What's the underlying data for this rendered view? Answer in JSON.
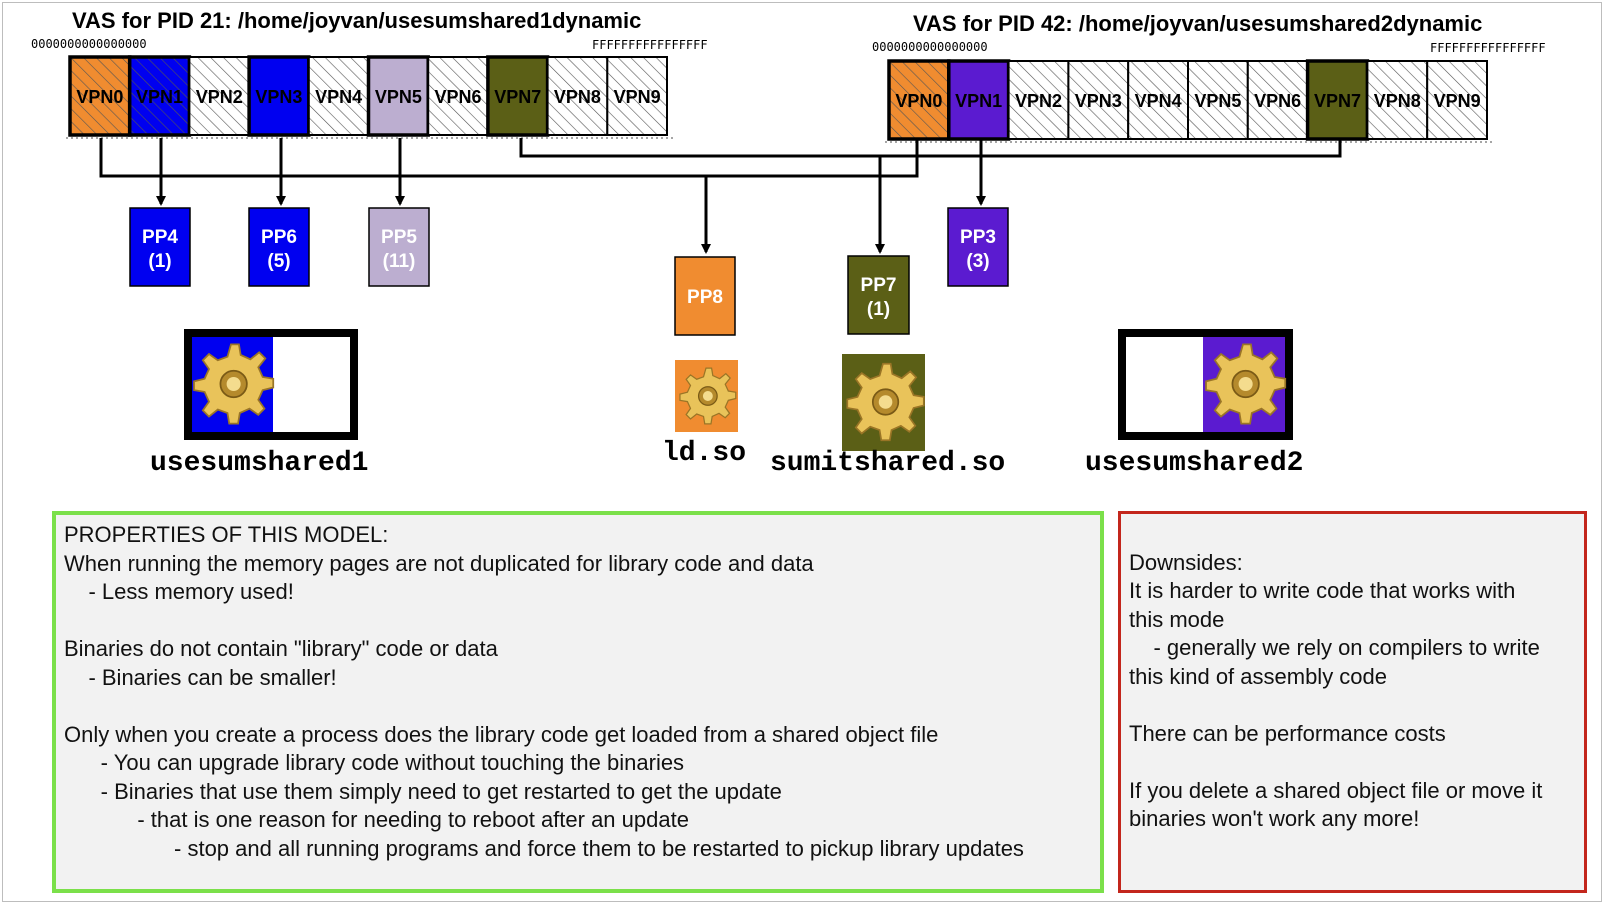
{
  "vas": [
    {
      "title": "VAS for PID 21: /home/joyvan/usesumshared1dynamic",
      "low_addr": "0000000000000000",
      "high_addr": "FFFFFFFFFFFFFFFF",
      "pages": [
        {
          "label": "VPN0",
          "fill": "#f08c30",
          "hatched": true
        },
        {
          "label": "VPN1",
          "fill": "#0000f0",
          "hatched": true
        },
        {
          "label": "VPN2",
          "fill": "",
          "hatched": true
        },
        {
          "label": "VPN3",
          "fill": "#0000f0",
          "hatched": false
        },
        {
          "label": "VPN4",
          "fill": "",
          "hatched": true
        },
        {
          "label": "VPN5",
          "fill": "#bcaed0",
          "hatched": false
        },
        {
          "label": "VPN6",
          "fill": "",
          "hatched": true
        },
        {
          "label": "VPN7",
          "fill": "#5b5f16",
          "hatched": false
        },
        {
          "label": "VPN8",
          "fill": "",
          "hatched": true
        },
        {
          "label": "VPN9",
          "fill": "",
          "hatched": true
        }
      ]
    },
    {
      "title": "VAS for PID 42: /home/joyvan/usesumshared2dynamic",
      "low_addr": "0000000000000000",
      "high_addr": "FFFFFFFFFFFFFFFF",
      "pages": [
        {
          "label": "VPN0",
          "fill": "#f08c30",
          "hatched": true
        },
        {
          "label": "VPN1",
          "fill": "#5b1bd0",
          "hatched": false
        },
        {
          "label": "VPN2",
          "fill": "",
          "hatched": true
        },
        {
          "label": "VPN3",
          "fill": "",
          "hatched": true
        },
        {
          "label": "VPN4",
          "fill": "",
          "hatched": true
        },
        {
          "label": "VPN5",
          "fill": "",
          "hatched": true
        },
        {
          "label": "VPN6",
          "fill": "",
          "hatched": true
        },
        {
          "label": "VPN7",
          "fill": "#5b5f16",
          "hatched": false
        },
        {
          "label": "VPN8",
          "fill": "",
          "hatched": true
        },
        {
          "label": "VPN9",
          "fill": "",
          "hatched": true
        }
      ]
    }
  ],
  "physical_pages": [
    {
      "name": "PP4",
      "count": "(1)",
      "fill": "#0000f0",
      "text_color": "#ffffff"
    },
    {
      "name": "PP6",
      "count": "(5)",
      "fill": "#0000f0",
      "text_color": "#ffffff"
    },
    {
      "name": "PP5",
      "count": "(11)",
      "fill": "#bcaed0",
      "text_color": "#ffffff"
    },
    {
      "name": "PP8",
      "count": "",
      "fill": "#f08c30",
      "text_color": "#ffffff"
    },
    {
      "name": "PP7",
      "count": "(1)",
      "fill": "#5b5f16",
      "text_color": "#ffffff"
    },
    {
      "name": "PP3",
      "count": "(3)",
      "fill": "#5b1bd0",
      "text_color": "#ffffff"
    }
  ],
  "files": [
    {
      "name": "usesumshared1"
    },
    {
      "name": "ld.so"
    },
    {
      "name": "sumitshared.so"
    },
    {
      "name": "usesumshared2"
    }
  ],
  "properties_panel": {
    "border_color": "#7be04a",
    "lines": [
      "PROPERTIES OF THIS MODEL:",
      "When running the memory pages are not duplicated for library code and data",
      "    - Less memory used!",
      "",
      "Binaries do not contain \"library\" code or data",
      "    - Binaries can be smaller!",
      "",
      "Only when you create a process does the library code get loaded from a shared object file",
      "      - You can upgrade library code without touching the binaries",
      "      - Binaries that use them simply need to get restarted to get the update",
      "            - that is one reason for needing to reboot after an update",
      "                  - stop and all running programs and force them to be restarted to pickup library updates"
    ]
  },
  "downsides_panel": {
    "border_color": "#c3261c",
    "lines": [
      "",
      "Downsides:",
      "It is harder to write code that works with",
      "this mode",
      "    - generally we rely on compilers to write",
      "this kind of assembly code",
      "",
      "There can be performance costs",
      "",
      "If you delete a shared object file or move it",
      "binaries won't work any more!"
    ]
  }
}
